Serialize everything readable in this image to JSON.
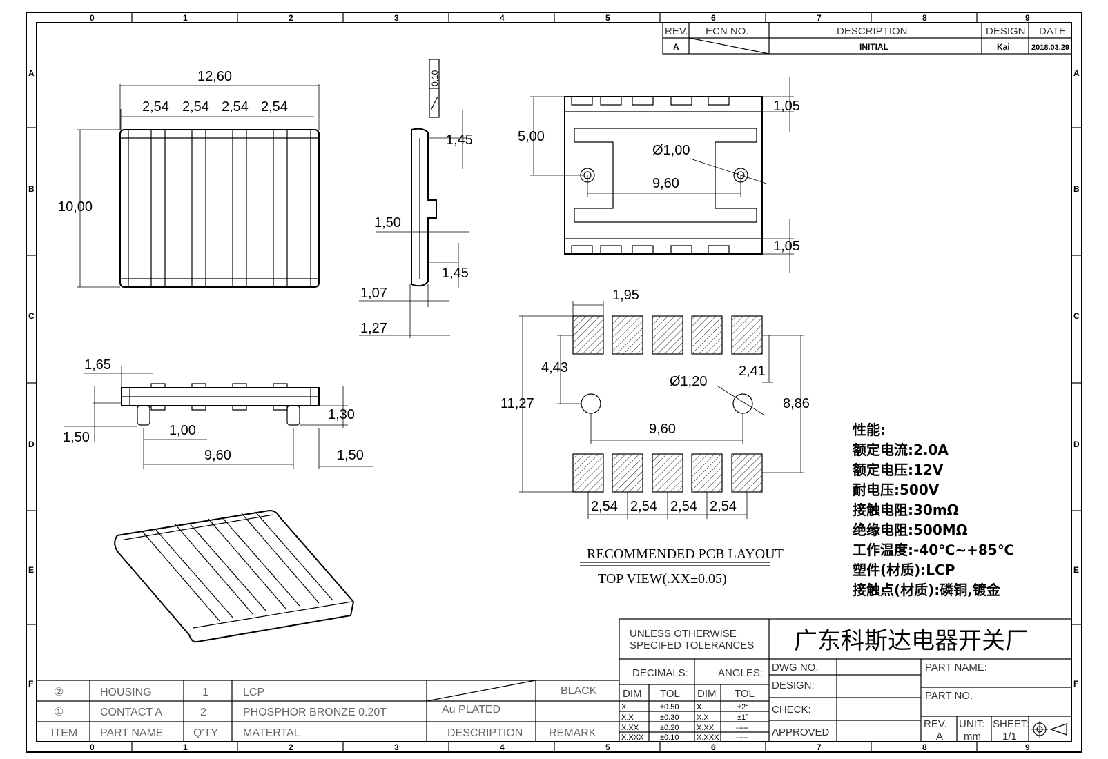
{
  "grid": {
    "cols": [
      "0",
      "1",
      "2",
      "3",
      "4",
      "5",
      "6",
      "7",
      "8",
      "9"
    ],
    "rows": [
      "A",
      "B",
      "C",
      "D",
      "E",
      "F"
    ]
  },
  "revision_block": {
    "headers": {
      "rev": "REV.",
      "ecn": "ECN NO.",
      "description": "DESCRIPTION",
      "design": "DESIGN",
      "date": "DATE"
    },
    "row": {
      "rev": "A",
      "description": "INITIAL",
      "design": "Kai",
      "date": "2018.03.29"
    }
  },
  "top_view_dims": {
    "width": "12,60",
    "pitch": [
      "2,54",
      "2,54",
      "2,54",
      "2,54"
    ],
    "height": "10,00"
  },
  "side_view_dims": {
    "thickness": "0,10",
    "d1": "1,45",
    "d2": "1,50",
    "d3": "1,45",
    "d4": "1,07",
    "d5": "1,27"
  },
  "bottom_view_dims": {
    "top_pad": "1,05",
    "height": "5,00",
    "hole": "Ø1,00",
    "spacing": "9,60",
    "bottom_pad": "1,05"
  },
  "front_view_dims": {
    "d1": "1,65",
    "d2": "1,30",
    "d3": "1,50",
    "d4": "1,00",
    "spacing": "9,60",
    "d5": "1,50"
  },
  "pcb_layout": {
    "pad_width": "1,95",
    "height": "11,27",
    "d1": "4,43",
    "hole": "Ø1,20",
    "d2": "2,41",
    "d3": "8,86",
    "spacing": "9,60",
    "pitch": [
      "2,54",
      "2,54",
      "2,54",
      "2,54"
    ],
    "title": "RECOMMENDED PCB LAYOUT",
    "subtitle": "TOP VIEW(.XX±0.05)"
  },
  "specs": [
    "性能:",
    "额定电流:2.0A",
    "额定电压:12V",
    "耐电压:500V",
    "接触电阻:30mΩ",
    "绝缘电阻:500MΩ",
    "工作温度:-40℃~+85℃",
    "塑件(材质):LCP",
    "接触点(材质):磷铜,镀金"
  ],
  "bom": {
    "rows": [
      {
        "item": "②",
        "part": "HOUSING",
        "qty": "1",
        "material": "LCP",
        "desc": "",
        "remark": "BLACK"
      },
      {
        "item": "①",
        "part": "CONTACT A",
        "qty": "2",
        "material": "PHOSPHOR BRONZE 0.20T",
        "desc": "Au PLATED",
        "remark": ""
      }
    ],
    "header": {
      "item": "ITEM",
      "part": "PART NAME",
      "qty": "Q'TY",
      "material": "MATERTAL",
      "desc": "DESCRIPTION",
      "remark": "REMARK"
    }
  },
  "title_block": {
    "tolerance_note": [
      "UNLESS OTHERWISE",
      "SPECIFED TOLERANCES"
    ],
    "company": "广东科斯达电器开关厂",
    "decimals": "DECIMALS:",
    "angles": "ANGLES:",
    "dim": "DIM",
    "tol": "TOL",
    "dec_rows": [
      [
        "X.",
        "±0.50"
      ],
      [
        "X.X",
        "±0.30"
      ],
      [
        "X.XX",
        "±0.20"
      ],
      [
        "X.XXX",
        "±0.10"
      ]
    ],
    "ang_rows": [
      [
        "X.",
        "±2°"
      ],
      [
        "X.X",
        "±1°"
      ],
      [
        "X.XX",
        "-----"
      ],
      [
        "X.XXX",
        "-----"
      ]
    ],
    "dwg_no": "DWG NO.",
    "design": "DESIGN:",
    "check": "CHECK:",
    "approved": "APPROVED",
    "part_name": "PART NAME:",
    "part_no": "PART NO.",
    "rev_label": "REV.",
    "rev_value": "A",
    "unit_label": "UNIT:",
    "unit_value": "mm",
    "sheet_label": "SHEET:",
    "sheet_value": "1/1"
  }
}
